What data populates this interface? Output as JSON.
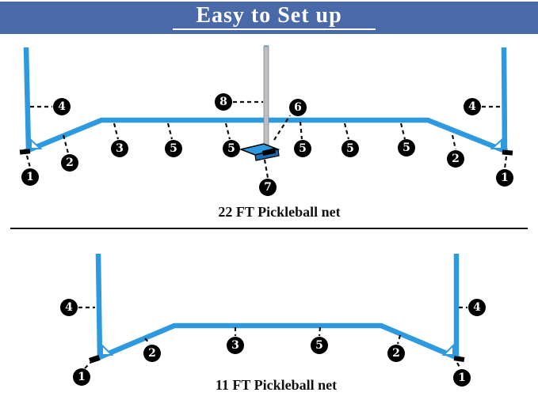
{
  "banner": {
    "title": "Easy to Set up",
    "bg_color": "#4a69a8",
    "underline_color": "#ffffff",
    "text_color": "#ffffff"
  },
  "colors": {
    "tube_blue": "#2d9ae0",
    "center_pole_gray": "#bcc0c4",
    "base_plate_front": "#1b6db3",
    "callout_bg": "#000000",
    "callout_text": "#ffffff",
    "divider": "#111111"
  },
  "d22": {
    "caption": "22 FT Pickleball net",
    "callouts": [
      "4",
      "1",
      "2",
      "3",
      "5",
      "5",
      "8",
      "6",
      "5",
      "7",
      "5",
      "5",
      "2",
      "4",
      "1"
    ]
  },
  "d11": {
    "caption": "11 FT Pickleball net",
    "callouts": [
      "4",
      "1",
      "2",
      "3",
      "5",
      "2",
      "4",
      "1"
    ]
  }
}
